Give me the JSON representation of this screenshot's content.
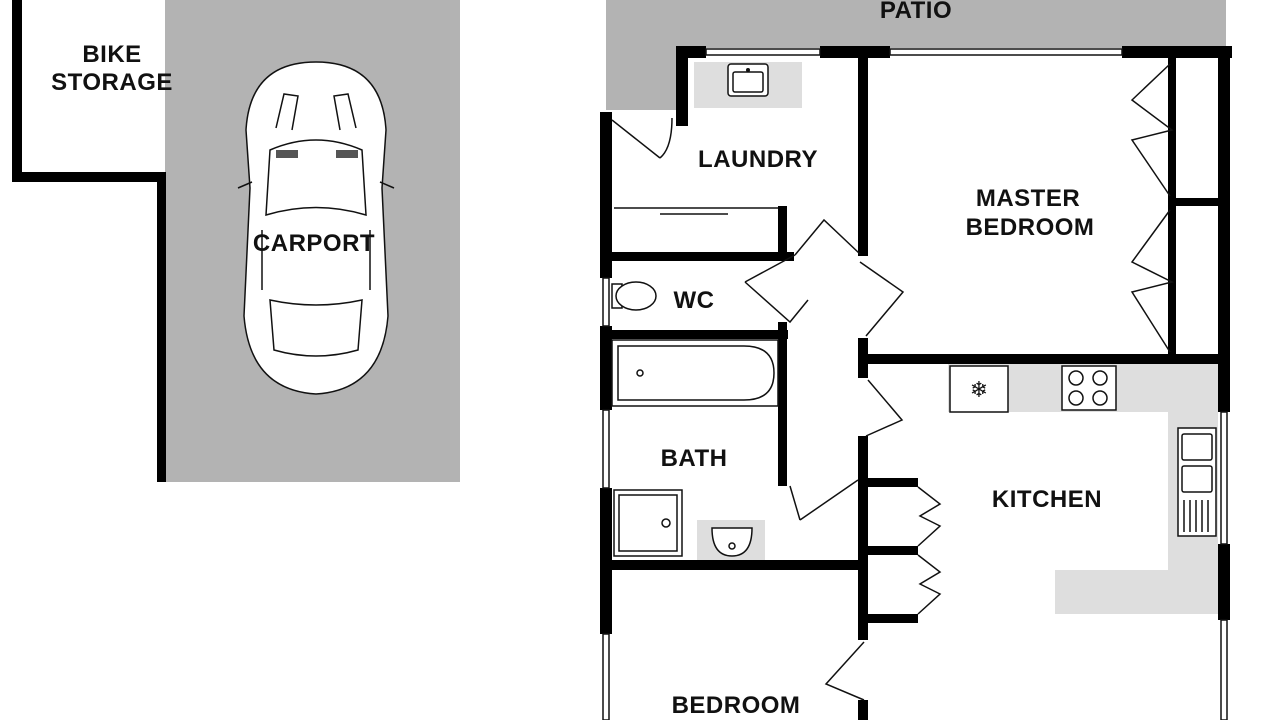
{
  "colors": {
    "wall": "#000000",
    "paved_area": "#b3b3b3",
    "fixture_shade": "#dedede",
    "background": "#ffffff",
    "label": "#111111"
  },
  "labels": {
    "patio": "PATIO",
    "bike_storage_line1": "BIKE",
    "bike_storage_line2": "STORAGE",
    "carport": "CARPORT",
    "laundry": "LAUNDRY",
    "master_bedroom_line1": "MASTER",
    "master_bedroom_line2": "BEDROOM",
    "wc": "WC",
    "bath": "BATH",
    "kitchen": "KITCHEN",
    "bedroom": "BEDROOM"
  },
  "icons": {
    "car": "car-top-view-icon",
    "laundry_sink": "sink-icon",
    "toilet": "toilet-icon",
    "bathtub": "bathtub-icon",
    "shower": "shower-icon",
    "basin": "basin-icon",
    "fridge": "snowflake-icon",
    "cooktop": "cooktop-icon",
    "kitchen_sink": "double-sink-icon"
  }
}
